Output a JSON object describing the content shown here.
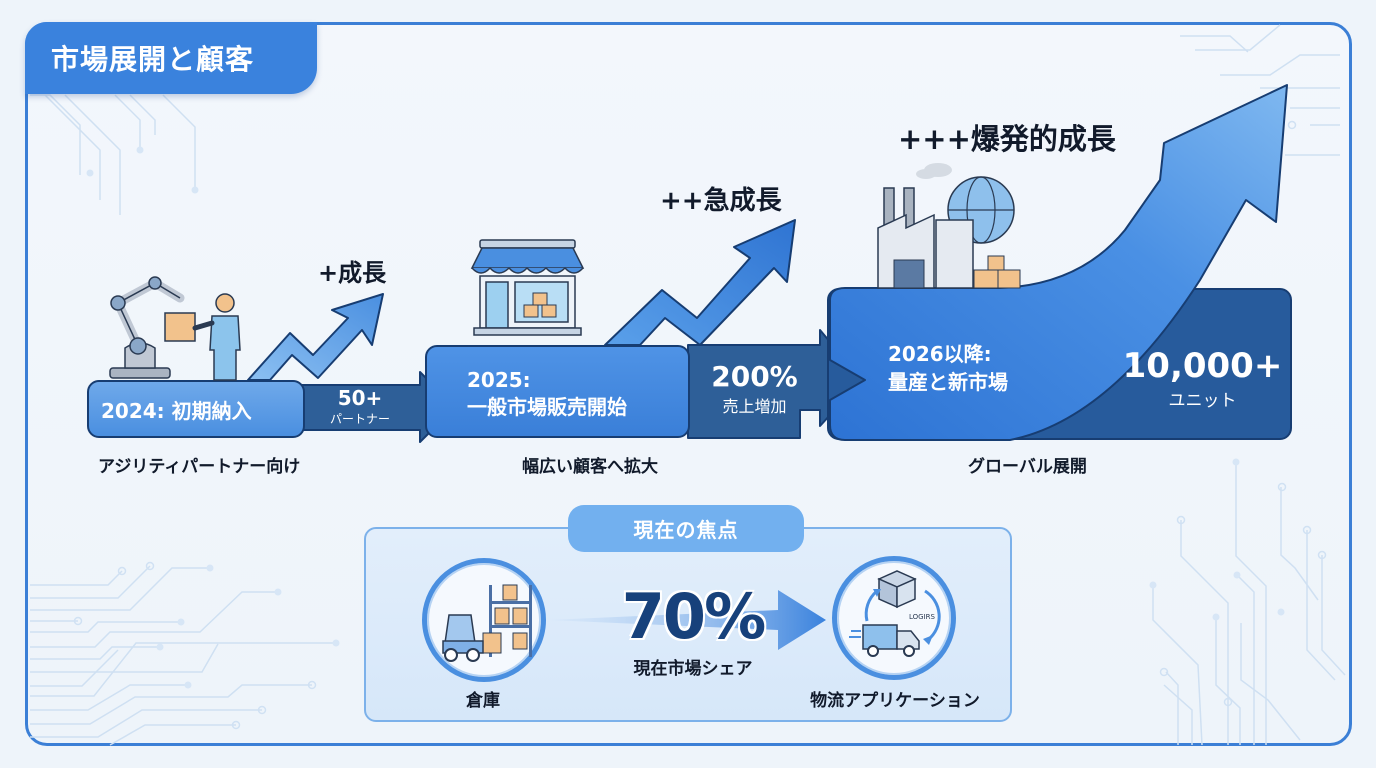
{
  "header": {
    "title": "市場展開と顧客"
  },
  "stages": [
    {
      "label": "2024: 初期納入",
      "metric_value": "50+",
      "metric_label": "パートナー",
      "growth": "+成長",
      "caption": "アジリティパートナー向け",
      "icon": "robot-arm-handoff-icon"
    },
    {
      "label_line1": "2025:",
      "label_line2": "一般市場販売開始",
      "metric_value": "200%",
      "metric_label": "売上増加",
      "growth": "++急成長",
      "caption": "幅広い顧客へ拡大",
      "icon": "storefront-icon"
    },
    {
      "label_line1": "2026以降:",
      "label_line2": "量産と新市場",
      "metric_value": "10,000+",
      "metric_label": "ユニット",
      "growth": "+++爆発的成長",
      "caption": "グローバル展開",
      "icon": "factory-globe-icon"
    }
  ],
  "focus": {
    "title": "現在の焦点",
    "share_value": "70%",
    "share_label": "現在市場シェア",
    "left": {
      "label": "倉庫",
      "icon": "forklift-warehouse-icon"
    },
    "right": {
      "label": "物流アプリケーション",
      "icon": "logistics-cycle-icon",
      "icon_text": "LOGIRS"
    }
  },
  "colors": {
    "primary": "#3a82dd",
    "dark": "#275b9c",
    "outline": "#173d72",
    "light": "#72b0ef",
    "background": "#eef4fa"
  }
}
